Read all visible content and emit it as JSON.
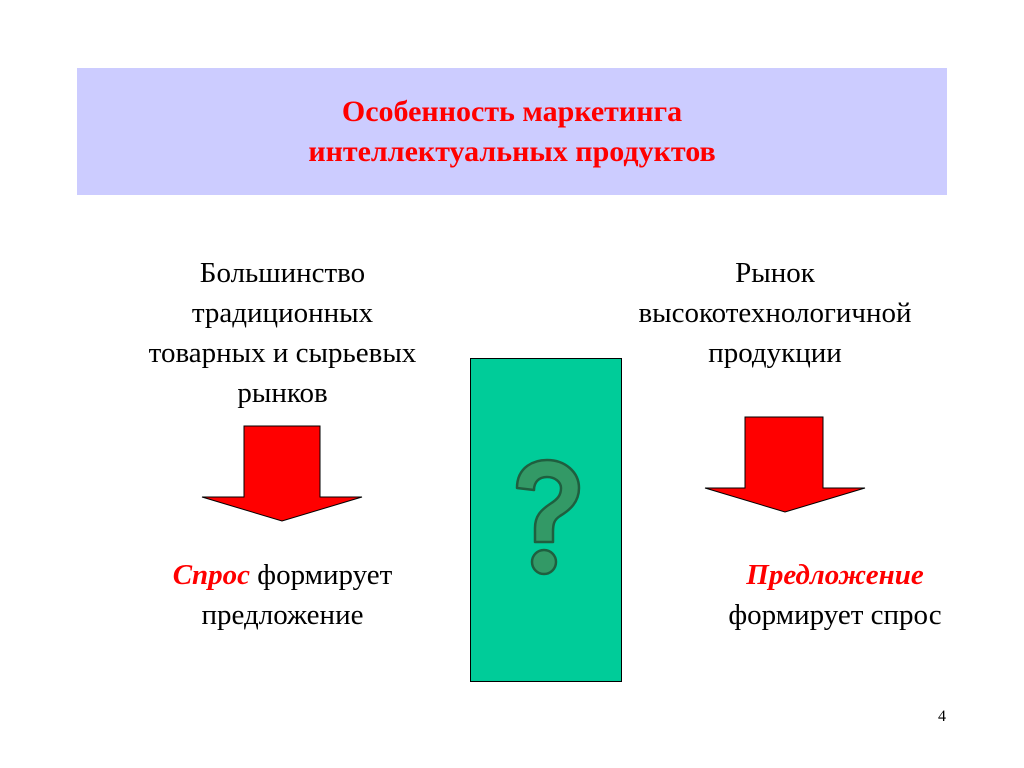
{
  "title": {
    "line1": "Особенность маркетинга",
    "line2": "интеллектуальных продуктов"
  },
  "left": {
    "market_lines": [
      "Большинство",
      "традиционных",
      "товарных и сырьевых",
      "рынков"
    ],
    "accent_word": "Спрос",
    "rest_line1": " формирует",
    "line2": "предложение"
  },
  "right": {
    "market_lines": [
      "Рынок",
      "высокотехнологичной",
      "продукции"
    ],
    "accent_word": "Предложение",
    "line2": "формирует спрос"
  },
  "center": {
    "icon": "question-mark-icon"
  },
  "colors": {
    "title_box": "#ccccff",
    "title_text": "#ff0000",
    "arrow_fill": "#ff0000",
    "center_box": "#00cc99",
    "question_mark": "#339966"
  },
  "page_number": "4"
}
